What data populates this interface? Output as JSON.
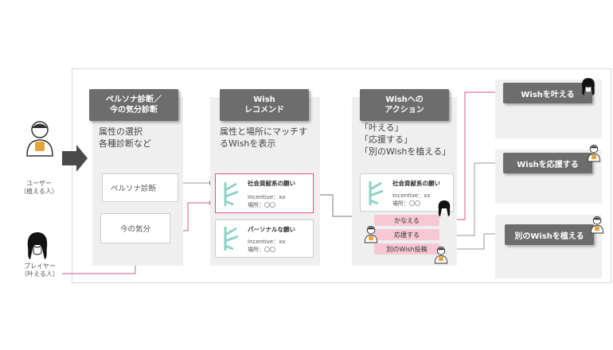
{
  "actors": {
    "user_label": [
      "ユーザー",
      "（植える人）"
    ],
    "player_label": [
      "プレイヤー",
      "（叶える人）"
    ]
  },
  "step1": {
    "title": [
      "ペルソナ診断／",
      "今の気分診断"
    ],
    "desc": [
      "属性の選択",
      "各種診断など"
    ],
    "box_persona": "ペルソナ診断",
    "box_mood": "今の気分"
  },
  "step2": {
    "title": [
      "Wish",
      "レコメンド"
    ],
    "desc": [
      "属性と場所にマッチす",
      "るWishを表示"
    ],
    "card1": {
      "title": "社会貢献系の願い",
      "incentive": "Incentive：xx",
      "place": "場所：〇〇"
    },
    "card2": {
      "title": "パーソナルな願い",
      "incentive": "Incentive：xx",
      "place": "場所：〇〇"
    }
  },
  "step3": {
    "title": [
      "Wishへの",
      "アクション"
    ],
    "desc": [
      "「叶える」",
      "「応援する」",
      "「別のWishを植える」"
    ],
    "card": {
      "title": "社会貢献系の願い",
      "incentive": "Incentive：xx",
      "place": "場所：〇〇"
    },
    "actions": [
      "かなえる",
      "応援する",
      "別のWish投稿"
    ]
  },
  "results": [
    "Wishを叶える",
    "Wishを応援する",
    "別のWishを植える"
  ],
  "colors": {
    "accent": "#d9587e",
    "header": "#6d6d6d",
    "panel": "#efefef",
    "pill": "#f6c7d4",
    "bamboo": "#8fd3c7"
  }
}
